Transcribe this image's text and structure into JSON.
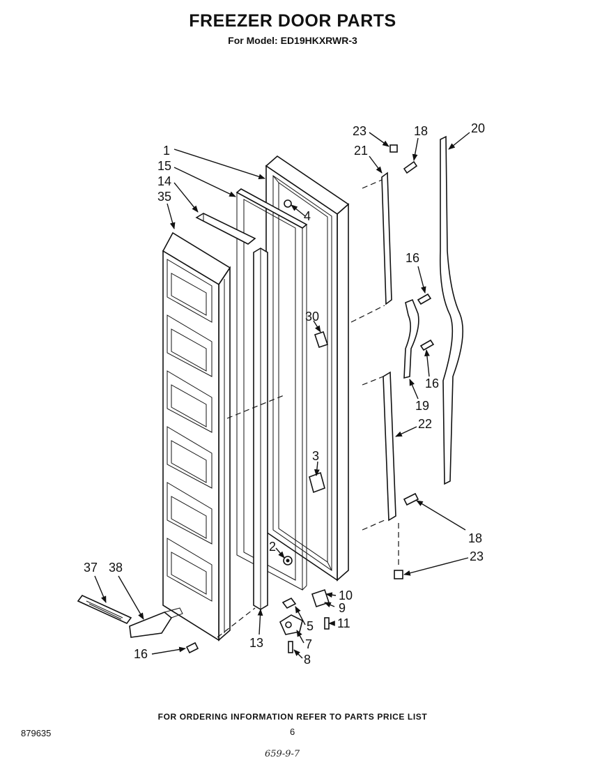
{
  "title": "FREEZER DOOR PARTS",
  "subtitle": "For Model: ED19HKXRWR-3",
  "footer": {
    "ordering": "FOR ORDERING INFORMATION REFER TO PARTS PRICE LIST",
    "doc_number": "879635",
    "page_number": "6",
    "handwritten": "659-9-7"
  },
  "callouts": {
    "c1": "1",
    "c15": "15",
    "c14": "14",
    "c35": "35",
    "c23a": "23",
    "c18a": "18",
    "c20": "20",
    "c21": "21",
    "c4": "4",
    "c16a": "16",
    "c30": "30",
    "c16b": "16",
    "c19": "19",
    "c22": "22",
    "c3": "3",
    "c18b": "18",
    "c23b": "23",
    "c2": "2",
    "c10": "10",
    "c9": "9",
    "c11": "11",
    "c5": "5",
    "c7": "7",
    "c8": "8",
    "c13": "13",
    "c37": "37",
    "c38": "38",
    "c16c": "16"
  }
}
